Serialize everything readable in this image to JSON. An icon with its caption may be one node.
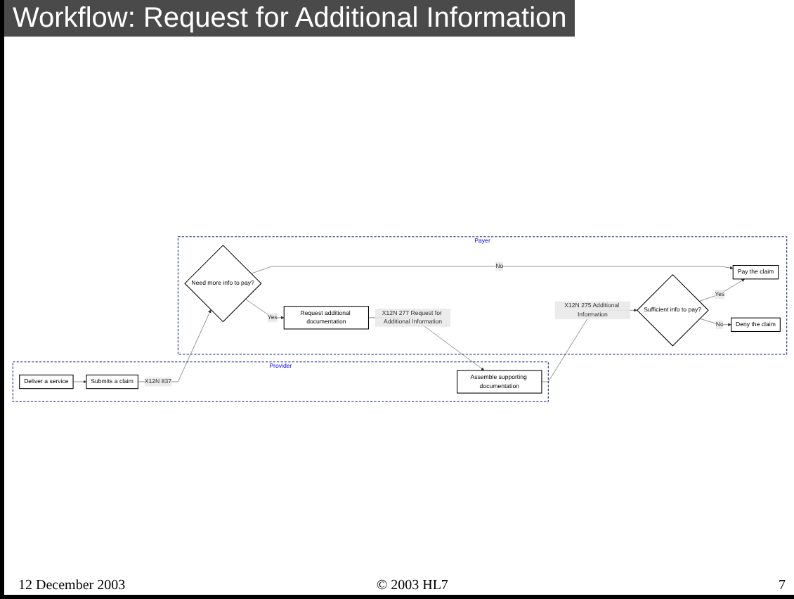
{
  "diagram": {
    "title": "Workflow: Request for Additional Information",
    "nodes": [
      {
        "text": [
          "Provider"
        ]
      },
      {
        "text": [
          "Payer"
        ]
      },
      {
        "text": [
          "Deliver a service"
        ],
        "in": 0
      },
      {
        "text": [
          "Submits a claim"
        ],
        "in": 0
      },
      {
        "text": [
          "Assemble supporting documentation"
        ],
        "in": 0
      },
      {
        "text": [
          "Need more info to pay?"
        ],
        "in": 1
      },
      {
        "text": [
          "Request additional documentation"
        ],
        "in": 1
      },
      {
        "text": [
          "Pay the claim"
        ],
        "in": 1
      },
      {
        "text": [
          "Sufficient info to pay?"
        ],
        "in": 1
      },
      {
        "text": [
          "Deny the claim"
        ],
        "in": 1
      }
    ],
    "edges": [
      {
        "from": 2,
        "to": 3,
        "arrow": "to"
      },
      {
        "from": 3,
        "to": 5,
        "arrow": "to",
        "label": "X12N 837"
      },
      {
        "from": 5,
        "to": 7,
        "arrow": "to",
        "label": "No"
      },
      {
        "from": 5,
        "to": 6,
        "arrow": "to",
        "label": "Yes"
      },
      {
        "from": 6,
        "to": 4,
        "arrow": "to",
        "label": "X12N 277 Request for Additional Information"
      },
      {
        "from": 4,
        "to": 8,
        "arrow": "to",
        "label": "X12N 275 Additional Information"
      },
      {
        "from": 8,
        "to": 7,
        "arrow": "to",
        "label": "Yes"
      },
      {
        "from": 8,
        "to": 9,
        "arrow": "to",
        "label": "No"
      }
    ],
    "labels": [
      "12 December 2003",
      "© 2003 HL7",
      "7"
    ]
  }
}
